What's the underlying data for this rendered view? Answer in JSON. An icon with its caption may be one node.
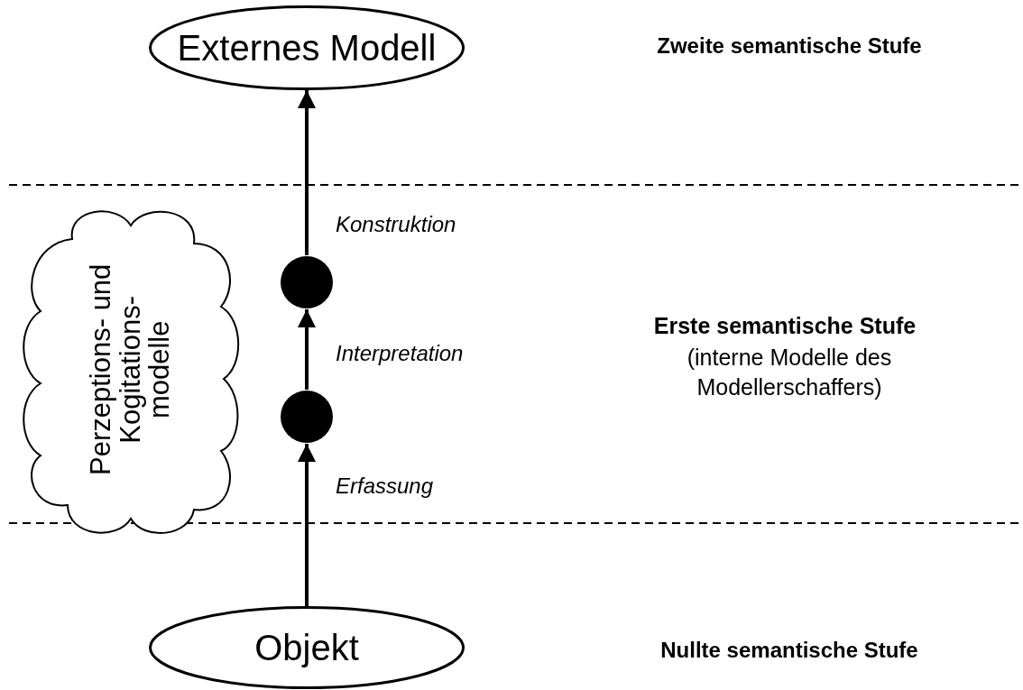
{
  "diagram": {
    "nodes": [
      {
        "text": [
          "Externes Modell"
        ]
      },
      {
        "text": [
          "Perzeptions- und Kogitations- modelle"
        ]
      },
      {
        "text": [],
        "shape": "circle"
      },
      {
        "text": [],
        "shape": "circle"
      },
      {
        "text": [
          "Objekt"
        ]
      }
    ],
    "edges": [
      {
        "from": 4,
        "to": 3,
        "arrow": "to",
        "label": "Erfassung"
      },
      {
        "from": 3,
        "to": 2,
        "arrow": "to",
        "label": "Interpretation"
      },
      {
        "from": 2,
        "to": 0,
        "arrow": "to",
        "label": "Konstruktion"
      }
    ],
    "labels": [
      "Zweite semantische Stufe",
      "Erste semantische Stufe",
      "(interne Modelle des Modellerschaffers)",
      "Nullte semantische Stufe"
    ]
  }
}
